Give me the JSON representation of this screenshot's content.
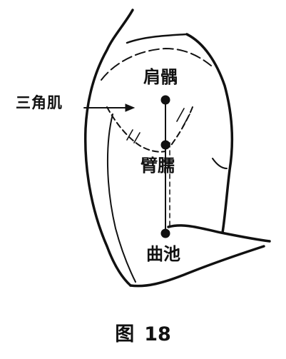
{
  "figure": {
    "caption_prefix": "图",
    "caption_number": "18",
    "line_color": "#111111"
  },
  "labels": {
    "deltoid_muscle": "三角肌",
    "jianyu_point": "肩髃",
    "binao_point": "臂臑",
    "quchi_point": "曲池"
  }
}
